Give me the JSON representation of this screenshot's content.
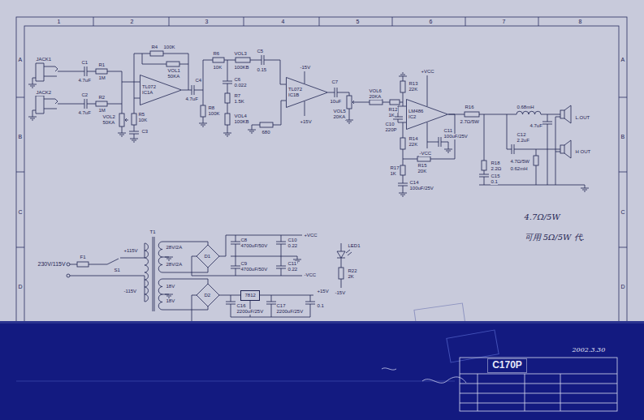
{
  "diagram": {
    "nodes": [
      {
        "text": [
          "TL072",
          "IC1A"
        ]
      },
      {
        "text": [
          "TL072",
          "IC1B"
        ]
      },
      {
        "text": [
          "LM486",
          "IC2"
        ]
      },
      {
        "text": [
          "7812"
        ]
      },
      {
        "text": [
          "C170P"
        ]
      }
    ],
    "labels": [
      "1",
      "2",
      "3",
      "4",
      "5",
      "6",
      "7",
      "8",
      "A",
      "B",
      "C",
      "D",
      "A",
      "B",
      "C",
      "D",
      "JACK1",
      "JACK2",
      "C1",
      "4.7uF",
      "R1",
      "1M",
      "C2",
      "4.7uF",
      "R2",
      "1M",
      "VOL1",
      "50KA",
      "R4",
      "100K",
      "R5",
      "10K",
      "C3",
      "VOL2",
      "50KA",
      "C4",
      "4.7uF",
      "R6",
      "10K",
      "VOL3",
      "100KB",
      "C5",
      "0.15",
      "C6",
      "0.022",
      "R7",
      "1.5K",
      "VOL4",
      "100KB",
      "R8",
      "100K",
      "680",
      "-15V",
      "+15V",
      "C7",
      "10uF",
      "VOL5",
      "20KA",
      "VOL6",
      "20KA",
      "R12",
      "1K",
      "R13",
      "22K",
      "+VCC",
      "C10",
      "220P",
      "R14",
      "22K",
      "C11",
      "100uF/25V",
      "-VCC",
      "R15",
      "20K",
      "R17",
      "1K",
      "C14",
      "100uF/25V",
      "R18",
      "2.2Ω",
      "C15",
      "0.1",
      "R16",
      "2.7Ω/5W",
      "0.68mH",
      "4.7uF",
      "C12",
      "2.2uF",
      "4.7Ω/5W",
      "0.62mH",
      "L.OUT",
      "H OUT",
      "4.7Ω/5W",
      "可用 5Ω/5W 代.",
      "230V/115V",
      "F1",
      "S1",
      "T1",
      "+115V",
      "-115V",
      "28V/2A",
      "28V/2A",
      "18V",
      "18V",
      "D1",
      "D2",
      "C8",
      "4700uF/50V",
      "C9",
      "4700uF/50V",
      "C10",
      "0.22",
      "C11",
      "0.22",
      "+VCC",
      "-VCC",
      "C16",
      "2200uF/25V",
      "C17",
      "2200uF/25V",
      "0.1",
      "+15V",
      "LED1",
      "R22",
      "2K",
      "-15V",
      "2002.3.30"
    ]
  }
}
